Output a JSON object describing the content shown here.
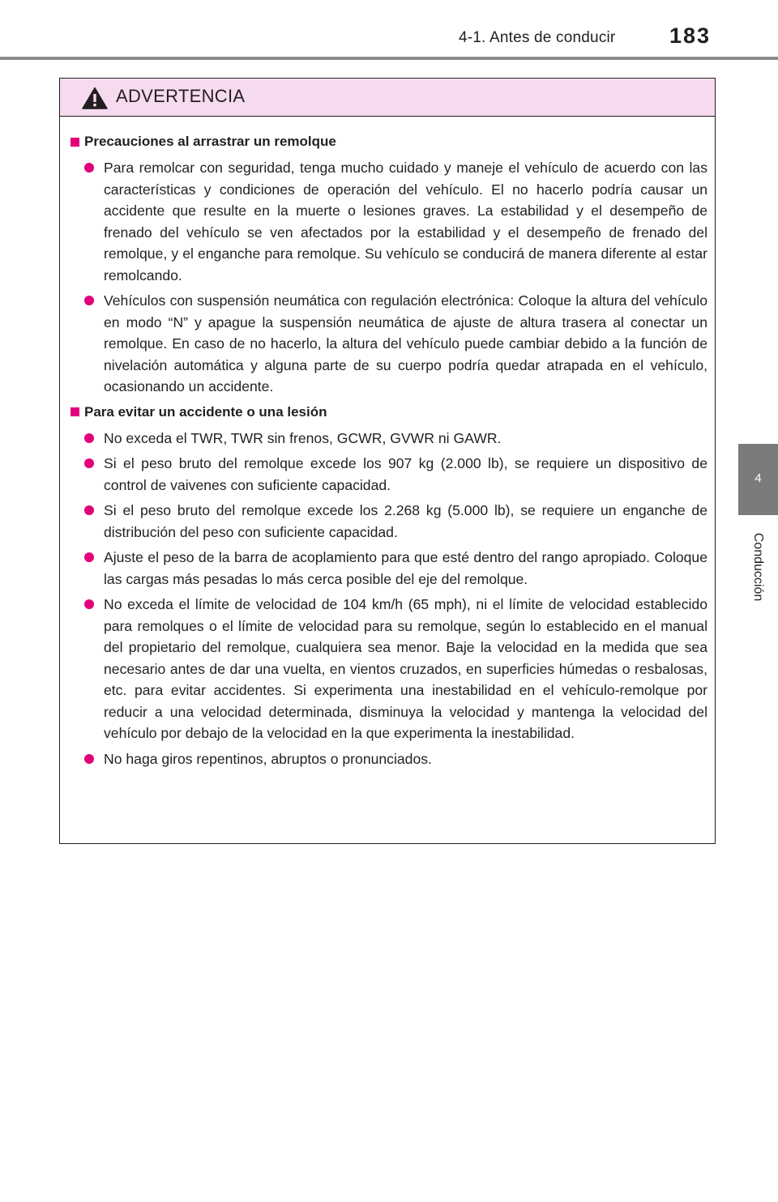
{
  "header": {
    "section_title": "4-1. Antes de conducir",
    "page_number": "183"
  },
  "side_tab": {
    "chapter_number": "4",
    "chapter_name": "Conducción"
  },
  "warning": {
    "title": "ADVERTENCIA",
    "icon": "warning-triangle-icon",
    "sections": [
      {
        "heading": "Precauciones al arrastrar un remolque",
        "items": [
          "Para remolcar con seguridad, tenga mucho cuidado y maneje el vehículo de acuerdo con las características y condiciones de operación del vehículo. El no hacerlo podría causar un accidente que resulte en la muerte o lesiones graves. La estabilidad y el desempeño de frenado del vehículo se ven afectados por la estabilidad y el desempeño de frenado del remolque, y el enganche para remolque. Su vehículo se conducirá de manera diferente al estar remolcando.",
          "Vehículos con suspensión neumática con regulación electrónica: Coloque la altura del vehículo en modo “N” y apague la suspensión neumática de ajuste de altura trasera al conectar un remolque. En caso de no hacerlo, la altura del vehículo puede cambiar debido a la función de nivelación automática y alguna parte de su cuerpo podría quedar atrapada en el vehículo, ocasionando un accidente."
        ]
      },
      {
        "heading": "Para evitar un accidente o una lesión",
        "items": [
          "No exceda el TWR, TWR sin frenos, GCWR, GVWR ni GAWR.",
          "Si el peso bruto del remolque excede los 907 kg (2.000 lb), se requiere un dispositivo de control de vaivenes con suficiente capacidad.",
          "Si el peso bruto del remolque excede los 2.268 kg (5.000 lb), se requiere un enganche de distribución del peso con suficiente capacidad.",
          "Ajuste el peso de la barra de acoplamiento para que esté dentro del rango apropiado. Coloque las cargas más pesadas lo más cerca posible del eje del remolque.",
          "No exceda el límite de velocidad de 104 km/h (65 mph), ni el límite de velocidad establecido para remolques o el límite de velocidad para su remolque, según lo establecido en el manual del propietario del remolque, cualquiera sea menor. Baje la velocidad en la medida que sea necesario antes de dar una vuelta, en vientos cruzados, en superficies húmedas o resbalosas, etc. para evitar accidentes. Si experimenta una inestabilidad en el vehículo-remolque por reducir a una velocidad determinada, disminuya la velocidad y mantenga la velocidad del vehículo por debajo de la velocidad en la que experimenta la inestabilidad.",
          "No haga giros repentinos, abruptos o pronunciados."
        ]
      }
    ]
  },
  "colors": {
    "accent": "#e2007a",
    "warning_header_bg": "#f6dbf0",
    "tab_gray": "#7b7b7d"
  }
}
